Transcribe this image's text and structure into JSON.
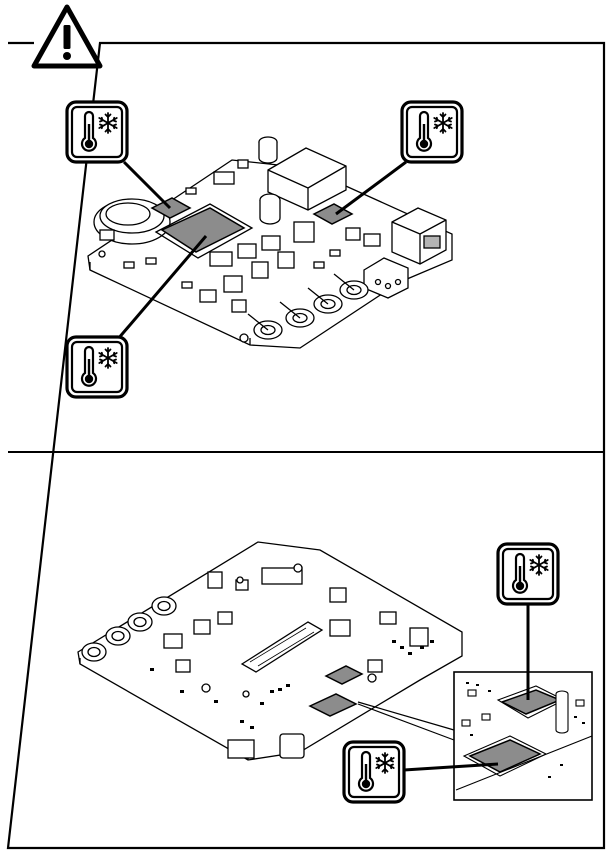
{
  "figure": {
    "warning_icon": "warning-triangle-icon",
    "callout_icon": "thermometer-snowflake-icon",
    "colors": {
      "line": "#000000",
      "background": "#ffffff",
      "highlight": "#8c8c8c",
      "highlight_light": "#b4b4b4"
    },
    "panels": [
      {
        "name": "top-board-view",
        "callout_count": 3
      },
      {
        "name": "bottom-board-view",
        "callout_count": 2,
        "has_detail_inset": true
      }
    ]
  }
}
